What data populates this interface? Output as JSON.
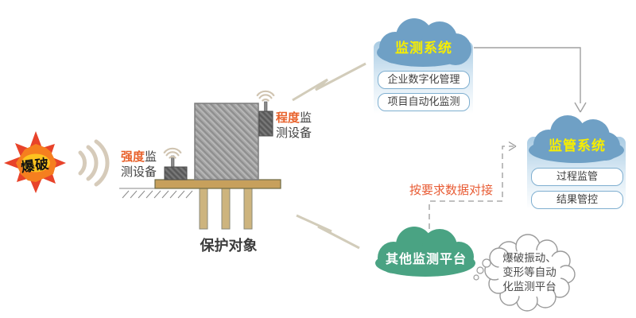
{
  "explosion": {
    "label": "爆破"
  },
  "devices": {
    "strength": {
      "highlight": "强度",
      "rest": "监测设备"
    },
    "degree": {
      "highlight": "程度",
      "rest": "监测设备"
    }
  },
  "protected_object": {
    "label": "保护对象"
  },
  "monitoring_system": {
    "title": "监测系统",
    "items": [
      {
        "label": "企业数字化管理"
      },
      {
        "label": "项目自动化监测"
      }
    ]
  },
  "supervision_system": {
    "title": "监管系统",
    "items": [
      {
        "label": "过程监管"
      },
      {
        "label": "结果管控"
      }
    ]
  },
  "other_platform": {
    "title": "其他监测平台",
    "note": "爆破振动、变形等自动化监测平台"
  },
  "data_link": {
    "label": "按要求数据对接"
  },
  "colors": {
    "cloud_blue": "#6fa0c5",
    "cloud_green": "#4aa383",
    "title_yellow": "#f7ee00",
    "accent_orange": "#e8622c",
    "wood": "#c7a05c",
    "bolt": "#d2ccba"
  }
}
